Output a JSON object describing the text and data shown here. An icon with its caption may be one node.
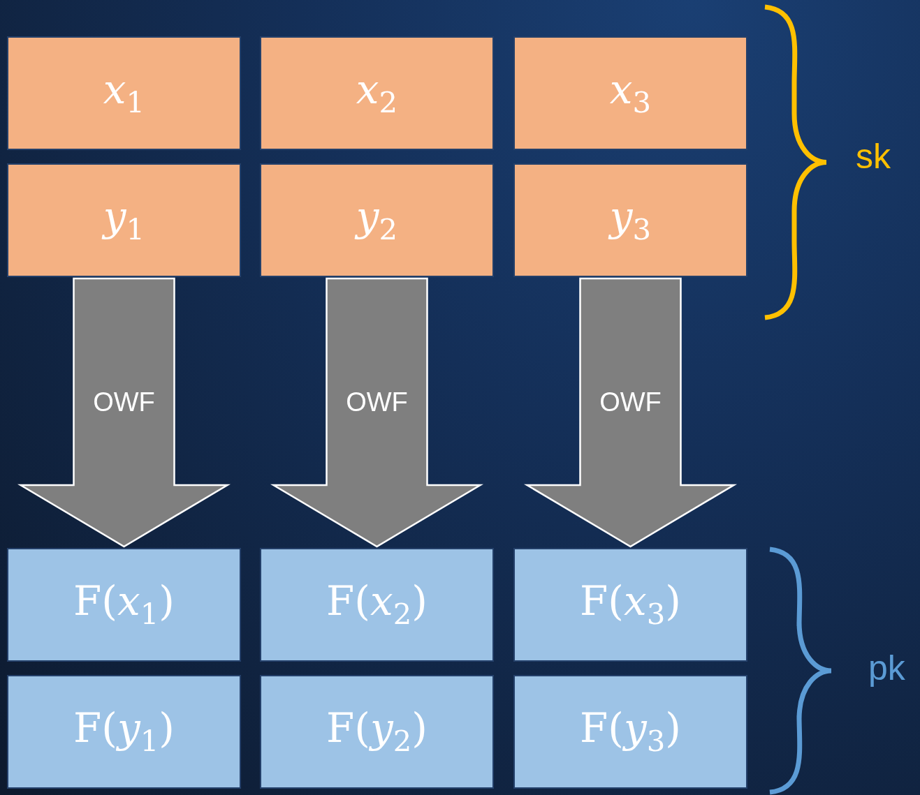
{
  "diagram": {
    "nodes": [
      {
        "text": [
          "*x*$_{1}$"
        ]
      },
      {
        "text": [
          "*x*$_{2}$"
        ]
      },
      {
        "text": [
          "*x*$_{3}$"
        ]
      },
      {
        "text": [
          "*y*$_{1}$"
        ]
      },
      {
        "text": [
          "*y*$_{2}$"
        ]
      },
      {
        "text": [
          "*y*$_{3}$"
        ]
      },
      {
        "text": [
          "F(*x*$_{1}$)"
        ]
      },
      {
        "text": [
          "F(*x*$_{2}$)"
        ]
      },
      {
        "text": [
          "F(*x*$_{3}$)"
        ]
      },
      {
        "text": [
          "F(*y*$_{1}$)"
        ]
      },
      {
        "text": [
          "F(*y*$_{2}$)"
        ]
      },
      {
        "text": [
          "F(*y*$_{3}$)"
        ]
      }
    ],
    "edges": [
      {
        "from": 3,
        "to": 6,
        "arrow": "to",
        "label": "OWF",
        "style": "thick"
      },
      {
        "from": 4,
        "to": 7,
        "arrow": "to",
        "label": "OWF",
        "style": "thick"
      },
      {
        "from": 5,
        "to": 8,
        "arrow": "to",
        "label": "OWF",
        "style": "thick"
      }
    ],
    "labels": [
      "sk",
      "pk"
    ]
  }
}
